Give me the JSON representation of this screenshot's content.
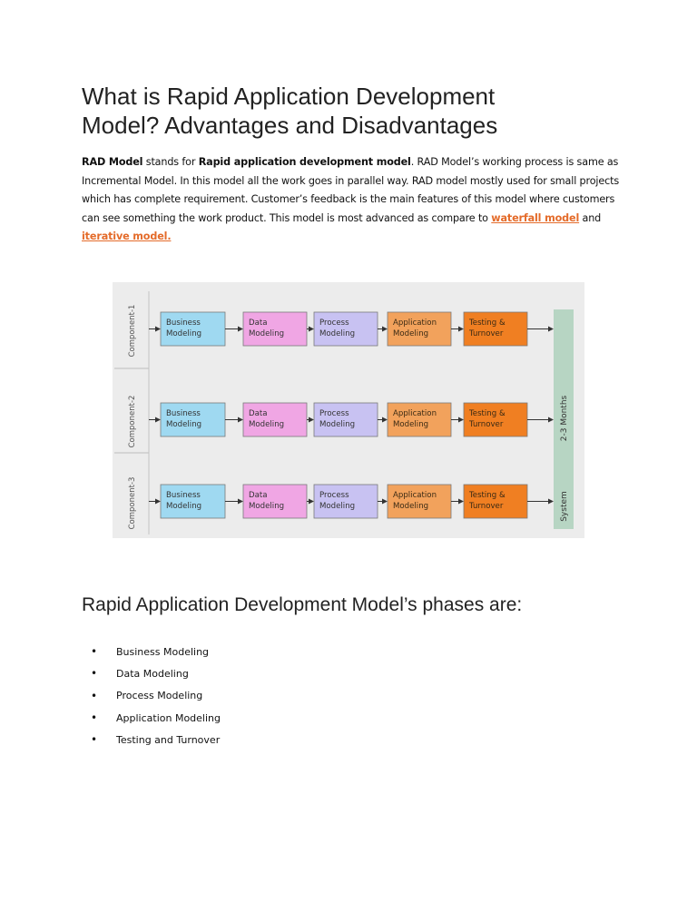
{
  "heading": {
    "line1": "What is Rapid Application Development",
    "line2": "Model? Advantages and Disadvantages"
  },
  "intro": {
    "rad_model": "RAD Model",
    "t1": " stands for ",
    "rapid_app_dev": "Rapid application development model",
    "t2": ". RAD Model’s working process is same as Incremental Model. In this model all the work goes in parallel way. RAD model mostly used for small projects which has complete requirement. Customer’s feedback is the main features of this model where customers can see something the work product. This model is most advanced as compare to ",
    "waterfall_link": "waterfall model",
    "t3": " and ",
    "iterative_link": "iterative model."
  },
  "diagram": {
    "components": [
      {
        "label": "Component-1",
        "steps": [
          [
            "Business",
            "Modeling"
          ],
          [
            "Data",
            "Modeling"
          ],
          [
            "Process",
            "Modeling"
          ],
          [
            "Application",
            "Modeling"
          ],
          [
            "Testing &",
            "Turnover"
          ]
        ]
      },
      {
        "label": "Component-2",
        "steps": [
          [
            "Business",
            "Modeling"
          ],
          [
            "Data",
            "Modeling"
          ],
          [
            "Process",
            "Modeling"
          ],
          [
            "Application",
            "Modeling"
          ],
          [
            "Testing &",
            "Turnover"
          ]
        ]
      },
      {
        "label": "Component-3",
        "steps": [
          [
            "Business",
            "Modeling"
          ],
          [
            "Data",
            "Modeling"
          ],
          [
            "Process",
            "Modeling"
          ],
          [
            "Application",
            "Modeling"
          ],
          [
            "Testing &",
            "Turnover"
          ]
        ]
      }
    ],
    "side_labels": {
      "months": "2-3 Months",
      "system": "System"
    },
    "colors": {
      "business": "#9fd9f1",
      "data": "#f0a6e4",
      "process": "#c8c2f2",
      "application": "#f2a25c",
      "testing": "#f07f22",
      "bar": "#b7d5c3",
      "background": "#ececec"
    }
  },
  "phases": {
    "heading": "Rapid Application Development Model’s phases are:",
    "items": [
      "Business Modeling",
      "Data Modeling",
      "Process Modeling",
      "Application Modeling",
      "Testing and Turnover"
    ]
  }
}
